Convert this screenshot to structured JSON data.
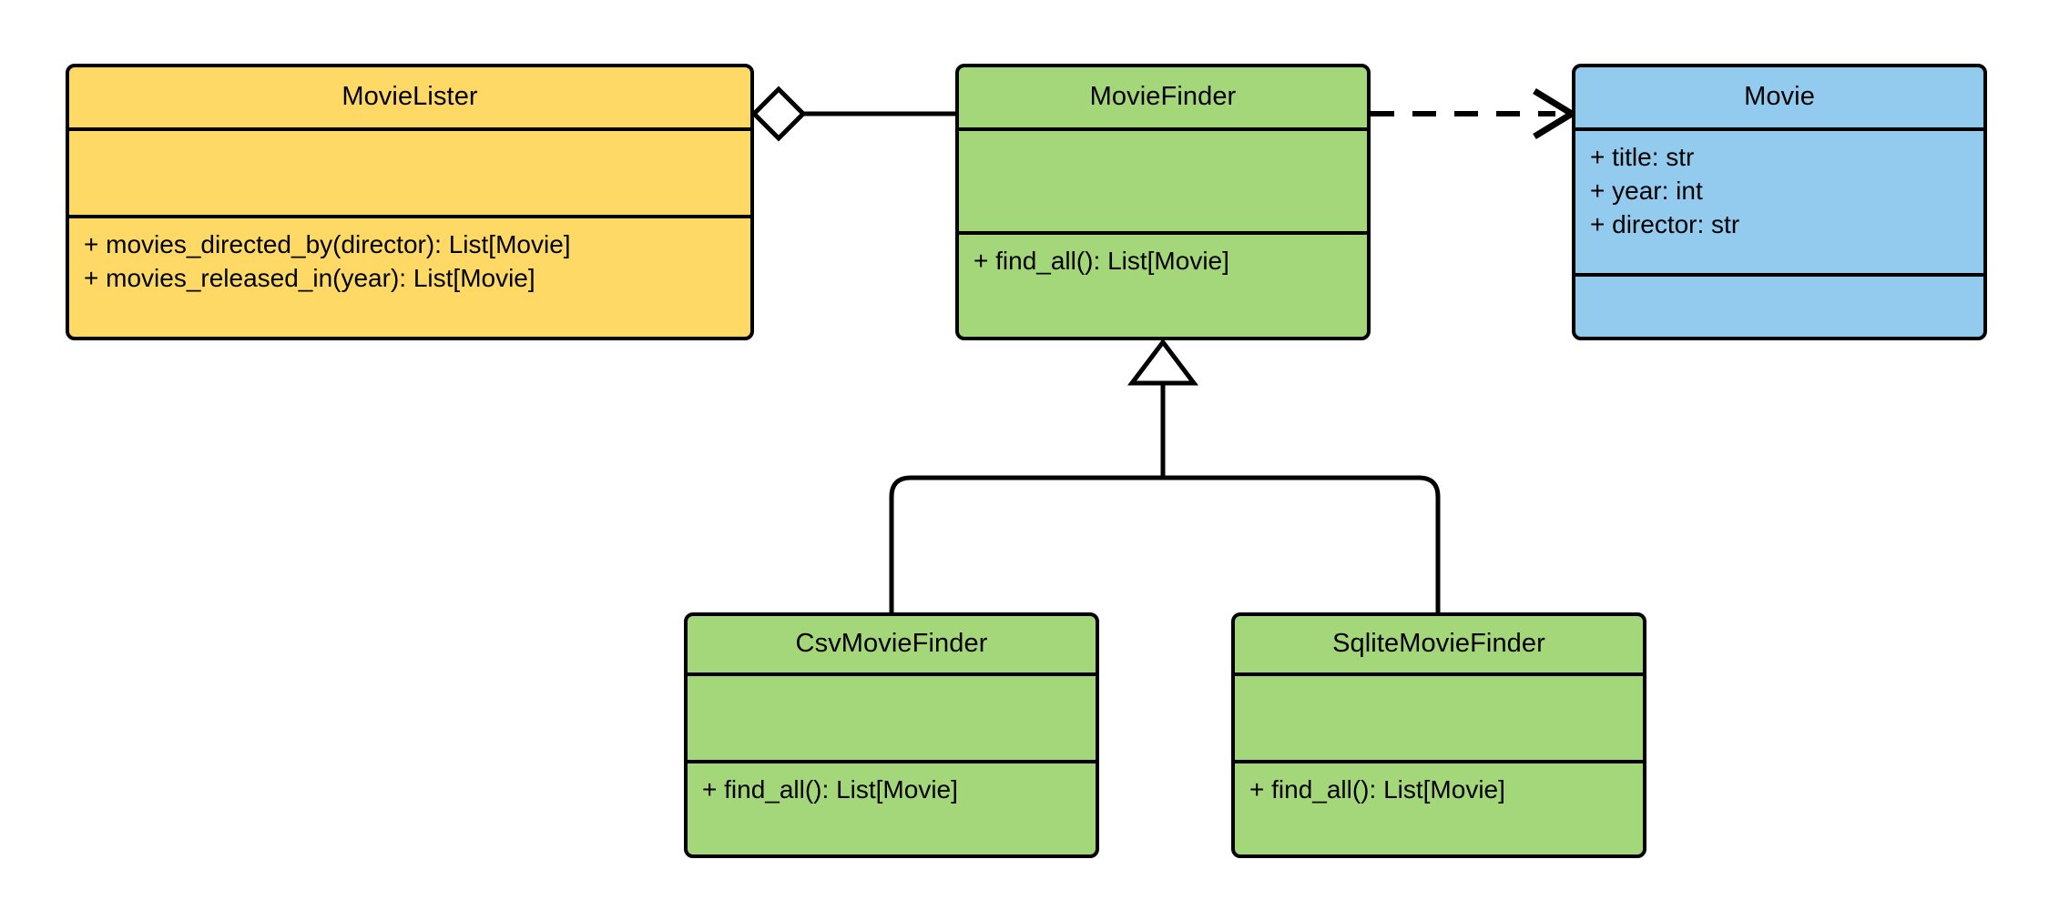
{
  "diagram": {
    "type": "uml-class-diagram",
    "title": "MovieLister dependency inversion class diagram",
    "background_color": "#ffffff",
    "line_color": "#000000"
  },
  "palette": {
    "yellow": "#ffd966",
    "green": "#a4d77a",
    "blue": "#92cbee",
    "border": "#000000",
    "marker_fill": "#ffffff"
  },
  "classes": [
    {
      "id": "MovieLister",
      "name": "MovieLister",
      "color": "#ffd966",
      "attributes": [],
      "operations": [
        "+ movies_directed_by(director): List[Movie]",
        "+ movies_released_in(year): List[Movie]"
      ]
    },
    {
      "id": "MovieFinder",
      "name": "MovieFinder",
      "color": "#a4d77a",
      "attributes": [],
      "operations": [
        "+ find_all(): List[Movie]"
      ]
    },
    {
      "id": "Movie",
      "name": "Movie",
      "color": "#92cbee",
      "attributes": [
        "+ title: str",
        "+ year: int",
        "+ director: str"
      ],
      "operations": []
    },
    {
      "id": "CsvMovieFinder",
      "name": "CsvMovieFinder",
      "color": "#a4d77a",
      "attributes": [],
      "operations": [
        "+ find_all(): List[Movie]"
      ]
    },
    {
      "id": "SqliteMovieFinder",
      "name": "SqliteMovieFinder",
      "color": "#a4d77a",
      "attributes": [],
      "operations": [
        "+ find_all(): List[Movie]"
      ]
    }
  ],
  "relationships": [
    {
      "id": "rel-aggregation",
      "kind": "aggregation",
      "source": "MovieLister",
      "target": "MovieFinder",
      "marker": "hollow-diamond",
      "line_style": "solid",
      "marker_at": "source"
    },
    {
      "id": "rel-dependency",
      "kind": "dependency",
      "source": "MovieFinder",
      "target": "Movie",
      "marker": "open-arrow",
      "line_style": "dashed",
      "marker_at": "target"
    },
    {
      "id": "rel-inherit-csv",
      "kind": "generalization",
      "source": "CsvMovieFinder",
      "target": "MovieFinder",
      "marker": "hollow-triangle",
      "line_style": "solid",
      "marker_at": "target"
    },
    {
      "id": "rel-inherit-sqlite",
      "kind": "generalization",
      "source": "SqliteMovieFinder",
      "target": "MovieFinder",
      "marker": "hollow-triangle",
      "line_style": "solid",
      "marker_at": "target"
    }
  ]
}
